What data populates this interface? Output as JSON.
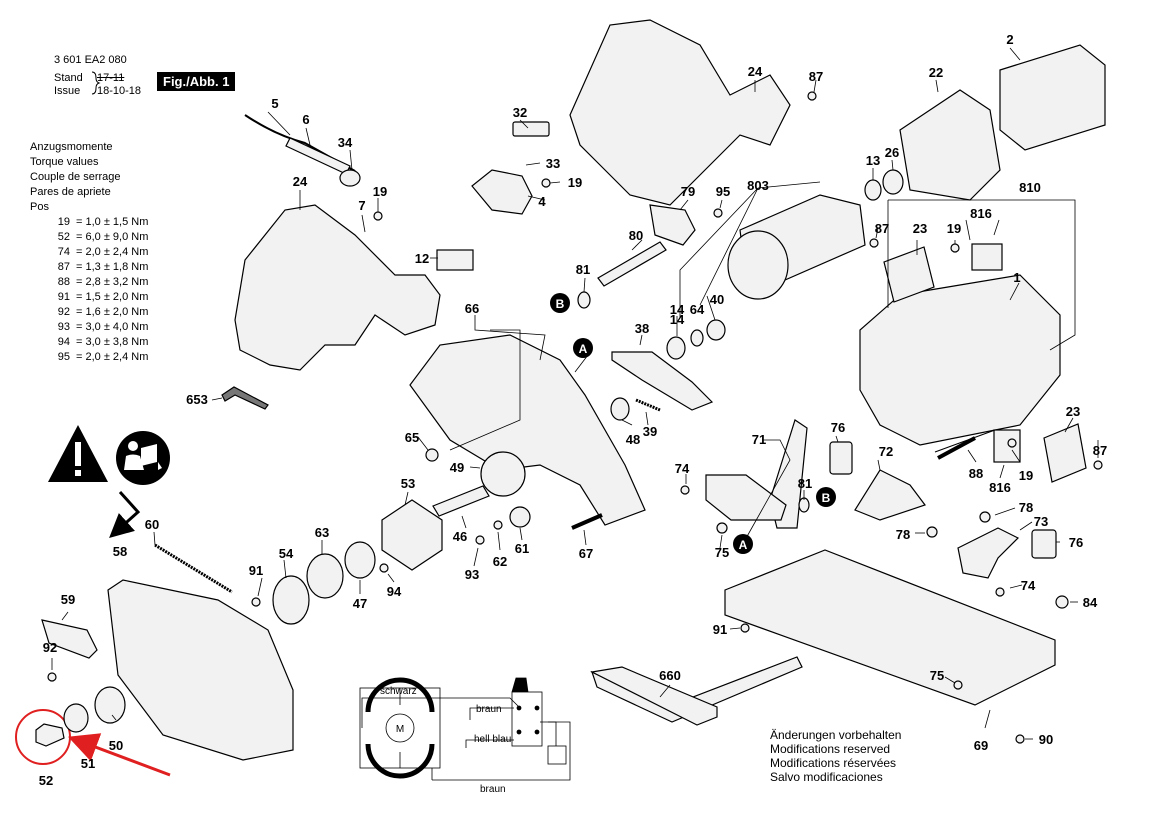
{
  "header": {
    "part_no": "3 601 EA2 080",
    "stand_label": "Stand",
    "stand_value": "17-11",
    "issue_label": "Issue",
    "issue_value": "18-10-18",
    "fig": "Fig./Abb. 1"
  },
  "torque": {
    "titles": [
      "Anzugsmomente",
      "Torque values",
      "Couple de serrage",
      "Pares de apriete",
      "Pos"
    ],
    "rows": [
      {
        "pos": "19",
        "val": "= 1,0 ± 1,5 Nm"
      },
      {
        "pos": "52",
        "val": "= 6,0 ± 9,0 Nm"
      },
      {
        "pos": "74",
        "val": "= 2,0 ± 2,4 Nm"
      },
      {
        "pos": "87",
        "val": "= 1,3 ± 1,8 Nm"
      },
      {
        "pos": "88",
        "val": "= 2,8 ± 3,2 Nm"
      },
      {
        "pos": "91",
        "val": "= 1,5 ± 2,0 Nm"
      },
      {
        "pos": "92",
        "val": "= 1,6 ± 2,0 Nm"
      },
      {
        "pos": "93",
        "val": "= 3,0 ± 4,0 Nm"
      },
      {
        "pos": "94",
        "val": "= 3,0 ± 3,8 Nm"
      },
      {
        "pos": "95",
        "val": "= 2,0 ± 2,4 Nm"
      }
    ]
  },
  "notes": [
    "Änderungen vorbehalten",
    "Modifications reserved",
    "Modifications réservées",
    "Salvo modificaciones"
  ],
  "wiring": {
    "schwarz": "schwarz",
    "braun": "braun",
    "hell_blau": "hell blau",
    "braun_bottom": "braun",
    "motor": "M"
  },
  "callouts": {
    "A": "A",
    "B": "B",
    "p2": "2",
    "p4": "4",
    "p5": "5",
    "p6": "6",
    "p7": "7",
    "p1": "1",
    "p12": "12",
    "p13": "13",
    "p14a": "14",
    "p14b": "14",
    "p19a": "19",
    "p19b": "19",
    "p19c": "19",
    "p19d": "19",
    "p22": "22",
    "p23a": "23",
    "p23b": "23",
    "p24a": "24",
    "p24b": "24",
    "p26": "26",
    "p32": "32",
    "p33": "33",
    "p34": "34",
    "p38": "38",
    "p39": "39",
    "p40": "40",
    "p46": "46",
    "p47": "47",
    "p48": "48",
    "p49": "49",
    "p50": "50",
    "p51": "51",
    "p52": "52",
    "p53": "53",
    "p54": "54",
    "p58": "58",
    "p59": "59",
    "p60": "60",
    "p61": "61",
    "p62": "62",
    "p63": "63",
    "p64": "64",
    "p65": "65",
    "p66": "66",
    "p67": "67",
    "p69": "69",
    "p71": "71",
    "p72": "72",
    "p73": "73",
    "p74a": "74",
    "p74b": "74",
    "p75a": "75",
    "p75b": "75",
    "p76a": "76",
    "p76b": "76",
    "p78a": "78",
    "p78b": "78",
    "p79": "79",
    "p80": "80",
    "p81a": "81",
    "p81b": "81",
    "p84": "84",
    "p87a": "87",
    "p87b": "87",
    "p87c": "87",
    "p88": "88",
    "p90": "90",
    "p91a": "91",
    "p91b": "91",
    "p92": "92",
    "p93": "93",
    "p94": "94",
    "p95": "95",
    "p653": "653",
    "p660": "660",
    "p803": "803",
    "p810": "810",
    "p816a": "816",
    "p816b": "816"
  },
  "colors": {
    "highlight": "#e02020",
    "ink": "#000000",
    "part_fill": "#f2f2f2",
    "part_dark": "#777777"
  }
}
